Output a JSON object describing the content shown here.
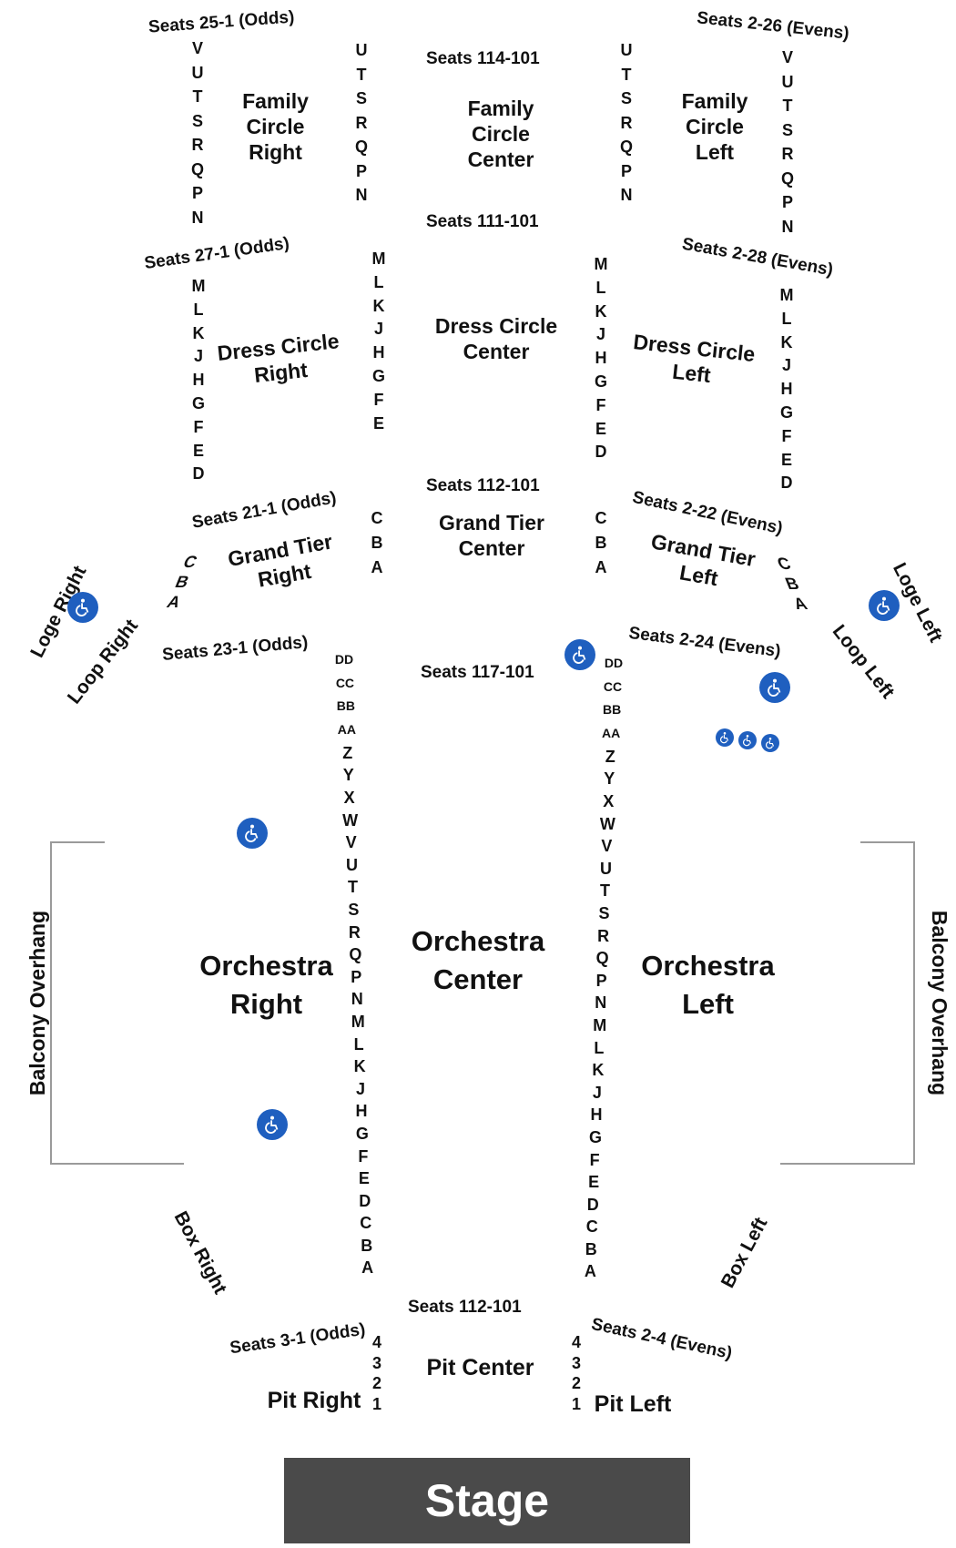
{
  "sections": {
    "family_circle_right": "Family\nCircle\nRight",
    "family_circle_center": "Family\nCircle\nCenter",
    "family_circle_left": "Family\nCircle\nLeft",
    "dress_circle_right": "Dress Circle\nRight",
    "dress_circle_center": "Dress Circle\nCenter",
    "dress_circle_left": "Dress Circle\nLeft",
    "grand_tier_right": "Grand Tier\nRight",
    "grand_tier_center": "Grand Tier\nCenter",
    "grand_tier_left": "Grand Tier\nLeft",
    "orchestra_right": "Orchestra\nRight",
    "orchestra_center": "Orchestra\nCenter",
    "orchestra_left": "Orchestra\nLeft",
    "pit_right": "Pit Right",
    "pit_center": "Pit Center",
    "pit_left": "Pit Left",
    "stage": "Stage"
  },
  "seat_labels": {
    "fc_right": "Seats 25-1 (Odds)",
    "fc_center": "Seats 114-101",
    "fc_left": "Seats 2-26 (Evens)",
    "dc_center": "Seats 111-101",
    "dc_right": "Seats 27-1 (Odds)",
    "dc_left": "Seats 2-28 (Evens)",
    "gt_center": "Seats 112-101",
    "gt_right": "Seats 21-1 (Odds)",
    "gt_left": "Seats 2-22 (Evens)",
    "orch_center": "Seats 117-101",
    "orch_right": "Seats 23-1 (Odds)",
    "orch_left": "Seats 2-24 (Evens)",
    "pit_center": "Seats 112-101",
    "pit_right": "Seats 3-1 (Odds)",
    "pit_left": "Seats 2-4 (Evens)"
  },
  "rows": {
    "fc_outer": "V\nU\nT\nS\nR\nQ\nP\nN",
    "fc_inner": "U\nT\nS\nR\nQ\nP\nN",
    "dc": "M\nL\nK\nJ\nH\nG\nF\nE\nD",
    "dc_inner": "M\nL\nK\nJ\nH\nG\nF\nE",
    "gt": "C\nB\nA",
    "orch": [
      "DD",
      "CC",
      "BB",
      "AA",
      "Z",
      "Y",
      "X",
      "W",
      "V",
      "U",
      "T",
      "S",
      "R",
      "Q",
      "P",
      "N",
      "M",
      "L",
      "K",
      "J",
      "H",
      "G",
      "F",
      "E",
      "D",
      "C",
      "B",
      "A"
    ],
    "pit": "4\n3\n2\n1"
  },
  "side_labels": {
    "loge_right": "Loge Right",
    "loop_right": "Loop Right",
    "loge_left": "Loge Left",
    "loop_left": "Loop Left",
    "box_right": "Box Right",
    "box_left": "Box Left",
    "balcony_left": "Balcony Overhang",
    "balcony_right": "Balcony Overhang"
  },
  "colors": {
    "accessible": "#1f5fbf",
    "stage": "#4a4a4a"
  },
  "icons": {
    "accessible": "wheelchair-icon"
  }
}
